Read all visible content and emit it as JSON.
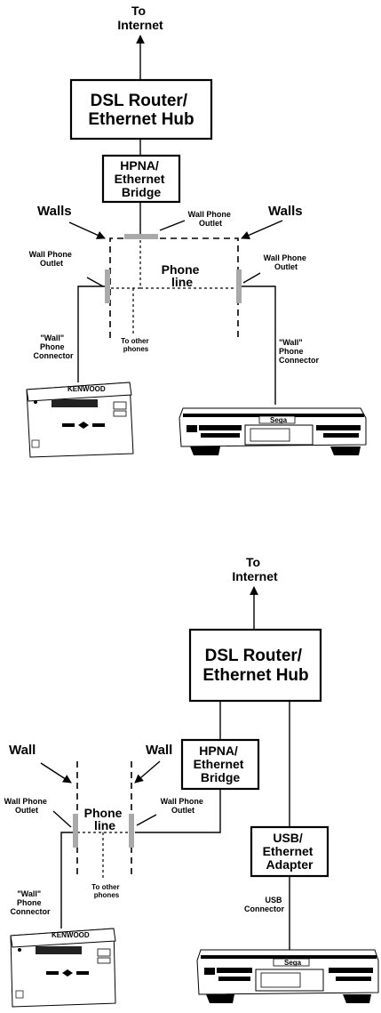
{
  "top": {
    "internet": [
      "To",
      "Internet"
    ],
    "router": [
      "DSL Router/",
      "Ethernet Hub"
    ],
    "bridge": [
      "HPNA/",
      "Ethernet",
      "Bridge"
    ],
    "walls_left": "Walls",
    "walls_right": "Walls",
    "wall_outlet_top": [
      "Wall Phone",
      "Outlet"
    ],
    "wall_outlet_left": [
      "Wall Phone",
      "Outlet"
    ],
    "wall_outlet_right": [
      "Wall Phone",
      "Outlet"
    ],
    "phone_line": [
      "Phone",
      "line"
    ],
    "to_other_phones": [
      "To other",
      "phones"
    ],
    "wall_connector_left": [
      "\"Wall\"",
      "Phone",
      "Connector"
    ],
    "wall_connector_right": [
      "\"Wall\"",
      "Phone",
      "Connector"
    ],
    "answering_machine_brand": "KENWOOD",
    "console_brand": "Sega"
  },
  "bottom": {
    "internet": [
      "To",
      "Internet"
    ],
    "router": [
      "DSL Router/",
      "Ethernet Hub"
    ],
    "bridge": [
      "HPNA/",
      "Ethernet",
      "Bridge"
    ],
    "usb_adapter": [
      "USB/",
      "Ethernet",
      "Adapter"
    ],
    "usb_connector": [
      "USB",
      "Connector"
    ],
    "wall_left": "Wall",
    "wall_right": "Wall",
    "wall_outlet_left": [
      "Wall Phone",
      "Outlet"
    ],
    "wall_outlet_right": [
      "Wall Phone",
      "Outlet"
    ],
    "phone_line": [
      "Phone",
      "line"
    ],
    "to_other_phones": [
      "To other",
      "phones"
    ],
    "wall_connector_left": [
      "\"Wall\"",
      "Phone",
      "Connector"
    ],
    "answering_machine_brand": "KENWOOD",
    "console_brand": "Sega"
  }
}
